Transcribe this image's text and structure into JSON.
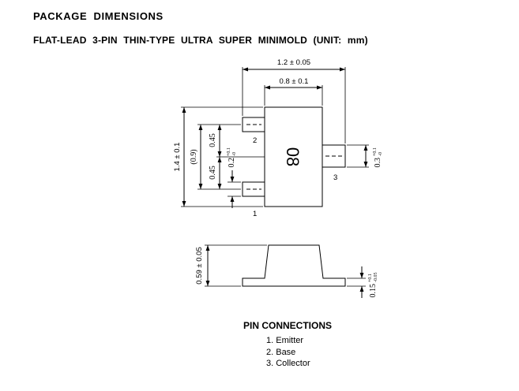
{
  "header": {
    "title": "PACKAGE DIMENSIONS",
    "subtitle": "FLAT-LEAD 3-PIN THIN-TYPE ULTRA SUPER MINIMOLD (UNIT: mm)"
  },
  "top_view": {
    "overall_width": "1.2 ± 0.05",
    "body_width": "0.8 ± 0.1",
    "overall_height": "1.4 ± 0.1",
    "pitch_ref": "(0.9)",
    "pin_spacing_upper": "0.45",
    "pin_spacing_lower": "0.45",
    "lead_width_main": "0.2",
    "lead_width_tol_upper": "+0.1",
    "lead_width_tol_lower": "-0",
    "collector_lead_width_main": "0.3",
    "collector_lead_tol_upper": "+0.1",
    "collector_lead_tol_lower": "-0",
    "marking": "08",
    "pin_label_1": "1",
    "pin_label_2": "2",
    "pin_label_3": "3"
  },
  "side_view": {
    "body_height": "0.59 ± 0.05",
    "lead_thickness_main": "0.15",
    "lead_thickness_tol_upper": "+0.1",
    "lead_thickness_tol_lower": "-0.05"
  },
  "pin_connections": {
    "title": "PIN CONNECTIONS",
    "items": [
      "1. Emitter",
      "2. Base",
      "3. Collector"
    ]
  }
}
